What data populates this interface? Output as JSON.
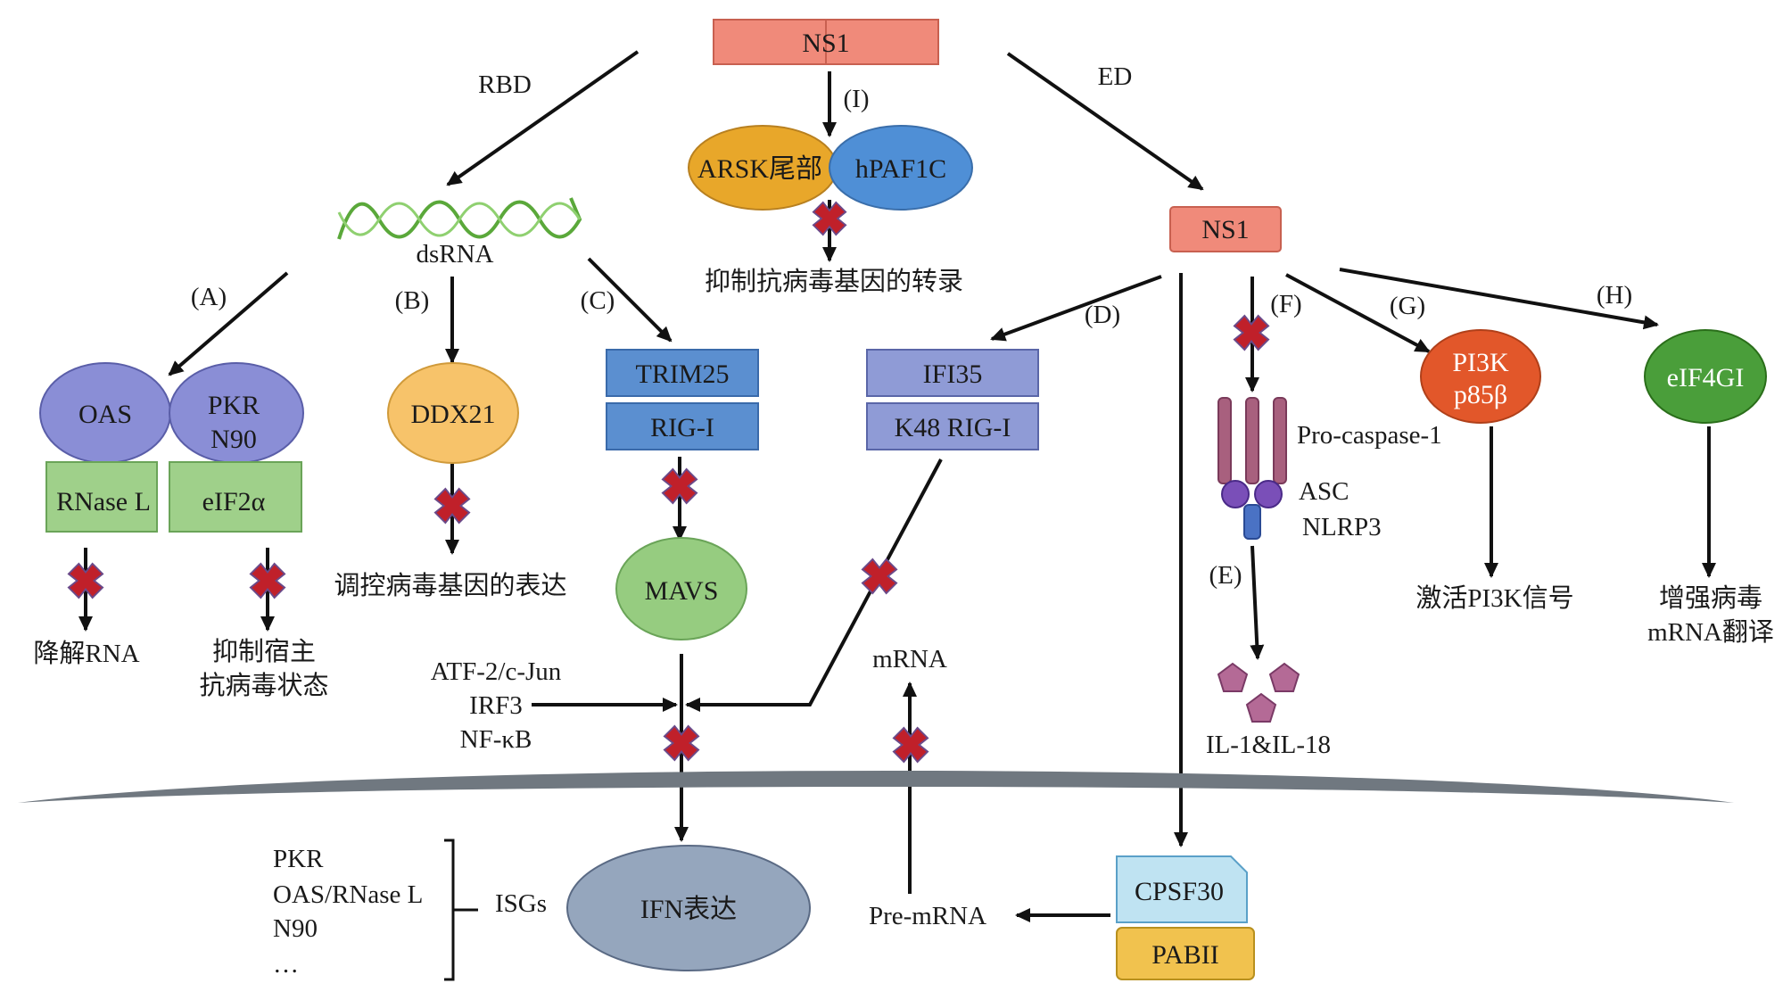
{
  "colors": {
    "ns1_fill": "#f08a7a",
    "green_box": "#9fd08a",
    "purple_ellipse": "#8a8ed6",
    "orange_ellipse": "#f7c36a",
    "blue_rect": "#5b8fd0",
    "lavender_rect": "#8f9bd6",
    "mavs_green": "#96cc80",
    "ifn_gray": "#95a6bd",
    "arsk_gold": "#e8a72a",
    "hpaf_blue": "#4f8fd6",
    "pi3k_red": "#e2572a",
    "eif4gi_green": "#4a9e3a",
    "cpsf_blue": "#bfe3f2",
    "pabii_gold": "#f1c24e",
    "membrane": "#707880",
    "block_red": "#c0202a",
    "dsrna_green": "#5aa83a",
    "caspase_purple": "#a8607e",
    "asc_purple": "#7a4fb8",
    "nlrp3_blue": "#4a72c4",
    "il_pink": "#b46a96"
  },
  "top": {
    "ns1_label": "NS1",
    "rbd_label": "RBD",
    "ed_label": "ED",
    "i_label": "(I)",
    "arsk_label": "ARSK尾部",
    "hpaf_label": "hPAF1C",
    "inhibit_transcription": "抑制抗病毒基因的转录"
  },
  "dsrna": {
    "label": "dsRNA",
    "branch_a": "(A)",
    "branch_b": "(B)",
    "branch_c": "(C)"
  },
  "branch_a": {
    "oas": "OAS",
    "pkr": "PKR",
    "n90": "N90",
    "rnase": "RNase L",
    "eif2a": "eIF2α",
    "degrade": "降解RNA",
    "inhibit_host_1": "抑制宿主",
    "inhibit_host_2": "抗病毒状态"
  },
  "branch_b": {
    "ddx21": "DDX21",
    "regulate": "调控病毒基因的表达"
  },
  "branch_c": {
    "trim25": "TRIM25",
    "rigi": "RIG-I",
    "mavs": "MAVS"
  },
  "tf": {
    "atf": "ATF-2/c-Jun",
    "irf3": "IRF3",
    "nfkb": "NF-κB"
  },
  "branch_d": {
    "label": "(D)",
    "ifi35": "IFI35",
    "k48": "K48 RIG-I",
    "mrna": "mRNA"
  },
  "ed": {
    "ns1_label": "NS1",
    "f_label": "(F)",
    "g_label": "(G)",
    "h_label": "(H)",
    "e_label": "(E)",
    "pro_caspase": "Pro-caspase-1",
    "asc": "ASC",
    "nlrp3": "NLRP3",
    "il": "IL-1&IL-18",
    "pi3k_1": "PI3K",
    "pi3k_2": "p85β",
    "pi3k_result": "激活PI3K信号",
    "eif4gi": "eIF4GI",
    "eif4gi_result_1": "增强病毒",
    "eif4gi_result_2": "mRNA翻译"
  },
  "nucleus": {
    "ifn": "IFN表达",
    "isgs": "ISGs",
    "isg_items": [
      "PKR",
      "OAS/RNase L",
      "N90",
      "…"
    ],
    "pre_mrna": "Pre-mRNA",
    "cpsf30": "CPSF30",
    "pabii": "PABII"
  }
}
